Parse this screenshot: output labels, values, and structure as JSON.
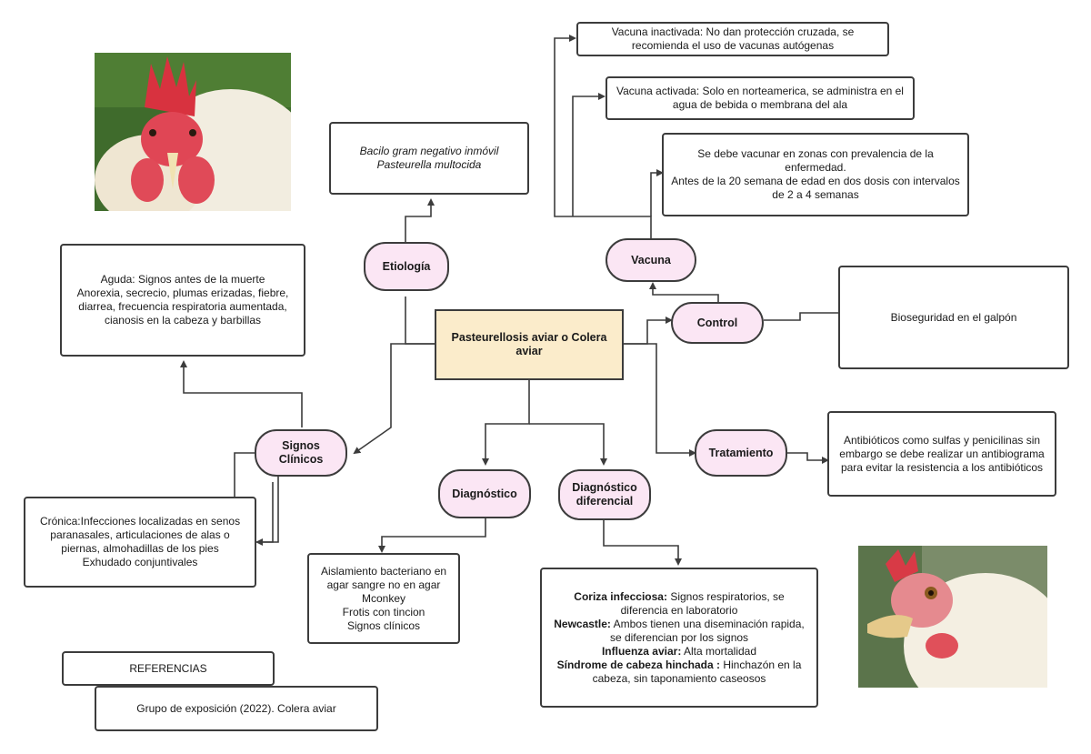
{
  "central": {
    "label": "Pasteurellosis aviar o Colera aviar"
  },
  "etiologia": {
    "label": "Etiología",
    "detail": "Bacilo gram negativo inmóvil\nPasteurella multocida"
  },
  "vacuna": {
    "label": "Vacuna",
    "inactivada": "Vacuna inactivada: No dan protección cruzada, se recomienda el uso de vacunas autógenas",
    "activada": "Vacuna activada: Solo en norteamerica, se administra en el agua de bebida o membrana del ala",
    "zonas": "Se debe vacunar en zonas con prevalencia de la enfermedad.\nAntes de la 20 semana de edad en dos dosis con intervalos de 2 a 4 semanas"
  },
  "control": {
    "label": "Control",
    "detail": "Bioseguridad en el galpón"
  },
  "tratamiento": {
    "label": "Tratamiento",
    "detail": "Antibióticos como sulfas y penicilinas sin embargo se debe realizar un antibiograma para evitar la resistencia a los antibióticos"
  },
  "signos": {
    "label": "Signos Clínicos",
    "aguda": "Aguda: Signos antes de la muerte\nAnorexia, secrecio, plumas erizadas, fiebre, diarrea, frecuencia respiratoria aumentada, cianosis en la cabeza y barbillas",
    "cronica": "Crónica:Infecciones localizadas en senos paranasales, articulaciones de alas o piernas, almohadillas de los pies\nExhudado conjuntivales"
  },
  "diagnostico": {
    "label": "Diagnóstico",
    "detail": "Aislamiento bacteriano en agar sangre no en agar Mconkey\nFrotis con tincion\nSignos clínicos"
  },
  "diferencial": {
    "label": "Diagnóstico diferencial",
    "items": [
      {
        "name": "Coriza infecciosa:",
        "text": " Signos respiratorios, se diferencia en laboratorio"
      },
      {
        "name": "Newcastle:",
        "text": " Ambos tienen una diseminación rapida, se diferencian por los signos"
      },
      {
        "name": "Influenza aviar:",
        "text": " Alta mortalidad"
      },
      {
        "name": "Síndrome de cabeza hinchada :",
        "text": " Hinchazón en la cabeza, sin taponamiento caseosos"
      }
    ]
  },
  "referencias": {
    "label": "REFERENCIAS",
    "cita": "Grupo de exposición (2022). Colera aviar"
  },
  "colors": {
    "pill_fill": "#fbe6f4",
    "central_fill": "#fbeccb",
    "line": "#3c3c3c"
  },
  "images": [
    "rooster-head-photo",
    "hen-head-photo"
  ]
}
